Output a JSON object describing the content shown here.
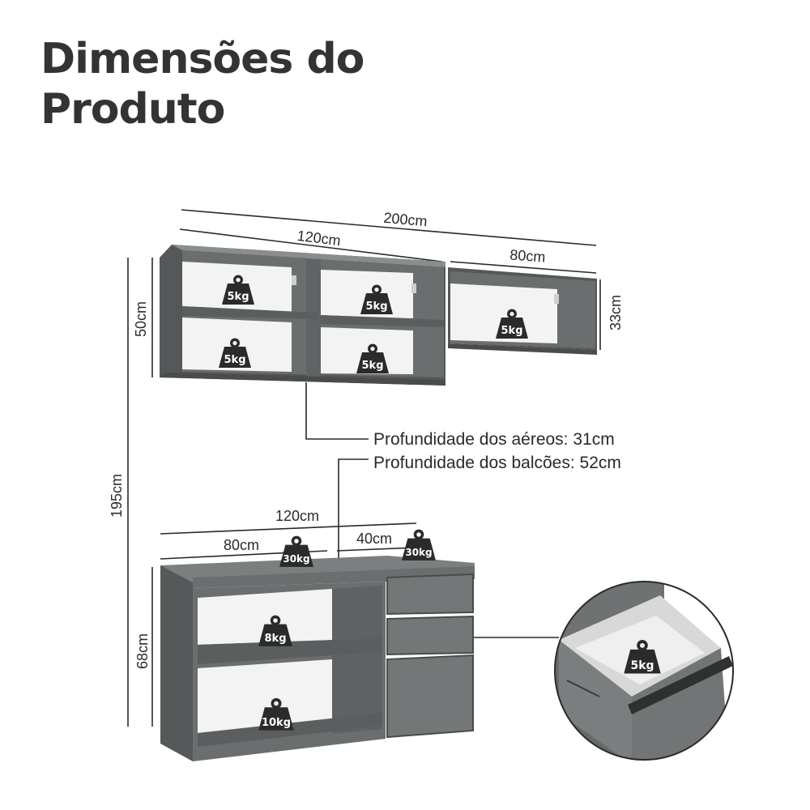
{
  "title": {
    "line1": "Dimensões do",
    "line2": "Produto"
  },
  "dimensions": {
    "total_width": "200cm",
    "upper_left_width": "120cm",
    "upper_right_width": "80cm",
    "upper_height": "50cm",
    "upper_right_height": "33cm",
    "total_height": "195cm",
    "base_width": "120cm",
    "base_left_width": "80cm",
    "base_right_width": "40cm",
    "base_height": "68cm"
  },
  "notes": {
    "upper_depth": "Profundidade dos aéreos: 31cm",
    "base_depth": "Profundidade dos balcões: 52cm"
  },
  "weights": {
    "upper_top_left": "5kg",
    "upper_top_mid": "5kg",
    "upper_bottom_left": "5kg",
    "upper_bottom_mid": "5kg",
    "upper_right": "5kg",
    "top_left": "30kg",
    "top_right": "30kg",
    "base_shelf": "8kg",
    "base_bottom": "10kg",
    "drawer": "5kg"
  },
  "colors": {
    "cabinet": "#6b6e6e",
    "cabinet_dark": "#555858",
    "interior": "#f2f2f2",
    "text": "#333333"
  }
}
